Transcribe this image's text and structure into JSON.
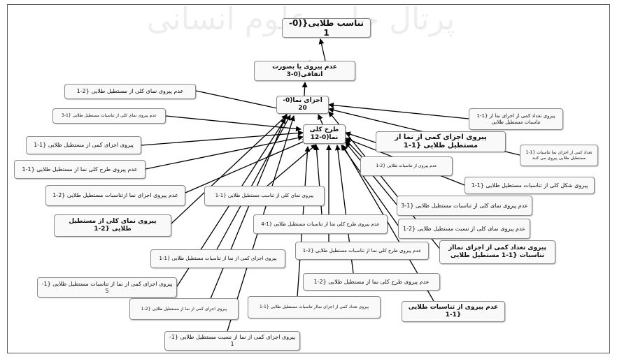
{
  "diagram": {
    "watermark": "پرتال جامع علوم انسانی",
    "nodes": [
      {
        "id": "top",
        "label": "تناسب طلایی{(0-1"
      },
      {
        "id": "accidental",
        "label": "عدم پیروی یا بصورت اتفاقی(0-3"
      },
      {
        "id": "facade",
        "label": "اجزای نما(0-20"
      },
      {
        "id": "overall",
        "label": "طرح کلی نما(0-12"
      },
      {
        "id": "l1",
        "label": "عدم پیروی نمای کلی از مستطیل طلایی {2-1"
      },
      {
        "id": "l2",
        "label": "عدم پیروی نمای کلی از تناسبات مستطیل طلایی {1-3"
      },
      {
        "id": "l3",
        "label": "پیروی اجزای کمی از مستطیل طلایی {1-1"
      },
      {
        "id": "l4",
        "label": "عدم پیروی طرح کلی نما از مستطیل طلایی {1-1"
      },
      {
        "id": "l5",
        "label": "عدم پیروی اجزای نما ازتناسبات مستطیل طلایی {2-1"
      },
      {
        "id": "l6",
        "label": "پیروی نمای کلی از مستطیل طلایی {2-1"
      },
      {
        "id": "c1",
        "label": "پیروی نمای کلی از تناسب مستطیل طلایی {1-1"
      },
      {
        "id": "c2",
        "label": "عدم پیروی از تناسبات طلایی {2-1"
      },
      {
        "id": "c3",
        "label": "عدم پیروی طرح کلی نما از تناسبات مستطیل طلایی {1-4"
      },
      {
        "id": "c4",
        "label": "پیروی اجزای کمی از نما از تناسبات مستطیل طلایی {1-1"
      },
      {
        "id": "c5",
        "label": "عدم پیروی طرح کلی نما از تناسبات مستطیل طلایی {2-1"
      },
      {
        "id": "c6",
        "label": "پیروی اجزای کمی از نما از تناسبات مستطیل طلایی {1-5"
      },
      {
        "id": "c7",
        "label": "عدم پیروی طرح کلی نما از مستطیل طلایی {2-1"
      },
      {
        "id": "c8",
        "label": "پیروی اجزای کمی از نما از مستطیل طلایی {2-1"
      },
      {
        "id": "c9",
        "label": "پیروی تعداد کمی از اجزای نمااز تناسبات مستطیل طلایی {1-1"
      },
      {
        "id": "c10",
        "label": "عدم پیروی از تناسبات طلایی {1-1"
      },
      {
        "id": "c11",
        "label": "پیروی اجزای کمی از نما از نسبت مستطیل طلایی {1-1"
      },
      {
        "id": "r1",
        "label": "پیروی تعداد کمی از اجزای نما از {1-1 تناسبات مستطیل طلایی"
      },
      {
        "id": "r2",
        "label": "پیروی اجزای کمی از نما از مستطیل طلایی {1-1"
      },
      {
        "id": "r3",
        "label": "تعداد کمی از اجزای نما تناسبات {1-1 مستطیل طلایی پیروی می کنند"
      },
      {
        "id": "r4",
        "label": "پیروی شکل کلی از تناسبات مستطیل طلایی {1-1"
      },
      {
        "id": "r5",
        "label": "عدم پیروی نمای کلی از تناسبات مستطیل طلایی {1-3"
      },
      {
        "id": "r6",
        "label": "عدم پیروی نمای کلی از نسبت مستطیل طلایی {2-1"
      },
      {
        "id": "r7",
        "label": "پیروی تعداد کمی از اجزای نمااز تناسبات {1-1 مستطیل طلایی"
      }
    ]
  }
}
